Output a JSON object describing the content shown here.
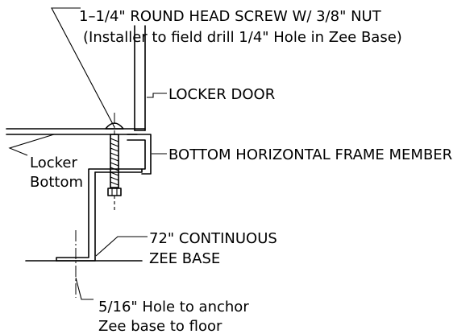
{
  "labels": {
    "screw_line1": "1–1/4\" ROUND HEAD SCREW W/ 3/8\" NUT",
    "screw_line2": "(Installer to field drill 1/4\" Hole in Zee Base)",
    "locker_door": "LOCKER DOOR",
    "locker_bottom_line1": "Locker",
    "locker_bottom_line2": "Bottom",
    "frame_member": "BOTTOM HORIZONTAL FRAME MEMBER",
    "zee_line1": "72\" CONTINUOUS",
    "zee_line2": "ZEE BASE",
    "hole_line1": "5/16\" Hole to anchor",
    "hole_line2": "Zee base to floor"
  }
}
